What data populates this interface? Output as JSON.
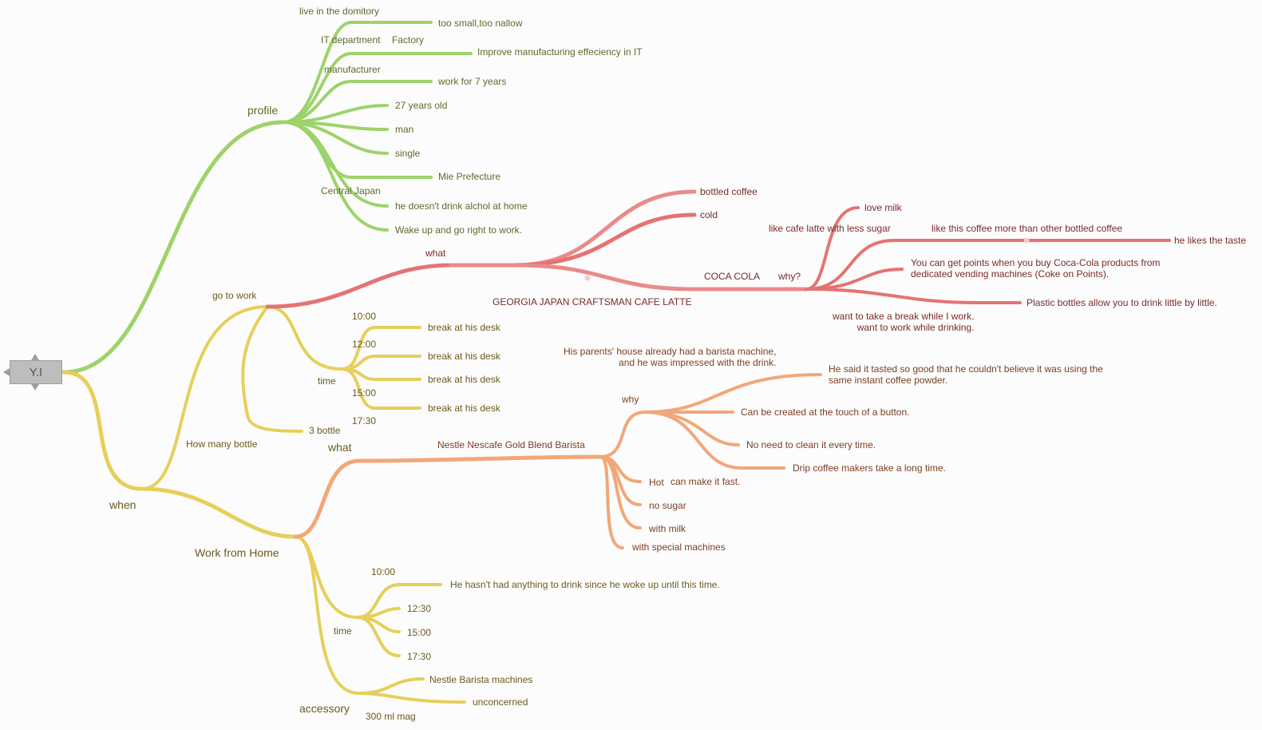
{
  "colors": {
    "green": "#9dd36a",
    "yellow": "#e6cf5a",
    "red": "#e57373",
    "pink": "#ea8a8a",
    "orange": "#f2a779"
  },
  "root": {
    "label": "Y.I"
  },
  "profile": {
    "label": "profile",
    "dormitory": "live in the domitory",
    "too_small": "too small,too nallow",
    "it_department": "IT department",
    "factory": "Factory",
    "improve": "Improve manufacturing effeciency in IT",
    "manufacturer": "manufacturer",
    "work_years": "work for 7 years",
    "age": "27 years old",
    "gender": "man",
    "status": "single",
    "mie": "Mie Prefecture",
    "central_japan": "Central Japan",
    "alcohol": "he doesn't drink alchol at home",
    "wake_up": "Wake up and go right to work."
  },
  "when": {
    "label": "when",
    "go_to_work": {
      "label": "go to work",
      "what": "what",
      "bottled_coffee": "bottled coffee",
      "cold": "cold",
      "coca_cola": "COCA COLA",
      "georgia": "GEORGIA JAPAN CRAFTSMAN CAFE LATTE",
      "why": "why?",
      "love_milk": "love milk",
      "like_latte": "like cafe latte with less sugar",
      "like_coffee": "like this coffee more than other bottled coffee",
      "likes_taste": "he likes the taste",
      "points": "You can get points when you buy Coca-Cola products from\ndedicated vending machines (Coke on Points).",
      "plastic": "Plastic bottles allow you to drink little by little.",
      "break_while": "want to take a break while I work.\nwant to work while drinking.",
      "time": "time",
      "times": [
        "10:00",
        "12:00",
        "15:00",
        "17:30"
      ],
      "breaks": [
        "break at his desk",
        "break at his desk",
        "break at his desk",
        "break at his desk"
      ],
      "how_many": "How many bottle",
      "bottles": "3 bottle"
    },
    "work_from_home": {
      "label": "Work from Home",
      "what": "what",
      "nescafe": "Nestle Nescafe Gold Blend Barista",
      "why": "why",
      "parents": "His parents' house already had a barista machine,\nand he was impressed with the drink.",
      "tasted": "He said it tasted so good that he couldn't believe it was using the\nsame instant coffee powder.",
      "button": "Can be created at the touch of a button.",
      "no_clean": "No need to clean it every time.",
      "drip": "Drip coffee makers take a long time.",
      "hot": "Hot",
      "fast": "can make it fast.",
      "no_sugar": "no sugar",
      "with_milk": "with milk",
      "special": "with special machines",
      "time": "time",
      "t1000": "10:00",
      "nothing": "He hasn't had anything to drink since he woke up until this time.",
      "t1230": "12:30",
      "t1500": "15:00",
      "t1730": "17:30",
      "accessory": "accessory",
      "machines": "Nestle Barista machines",
      "unconcerned": "unconcerned",
      "mag": "300 ml mag"
    }
  }
}
